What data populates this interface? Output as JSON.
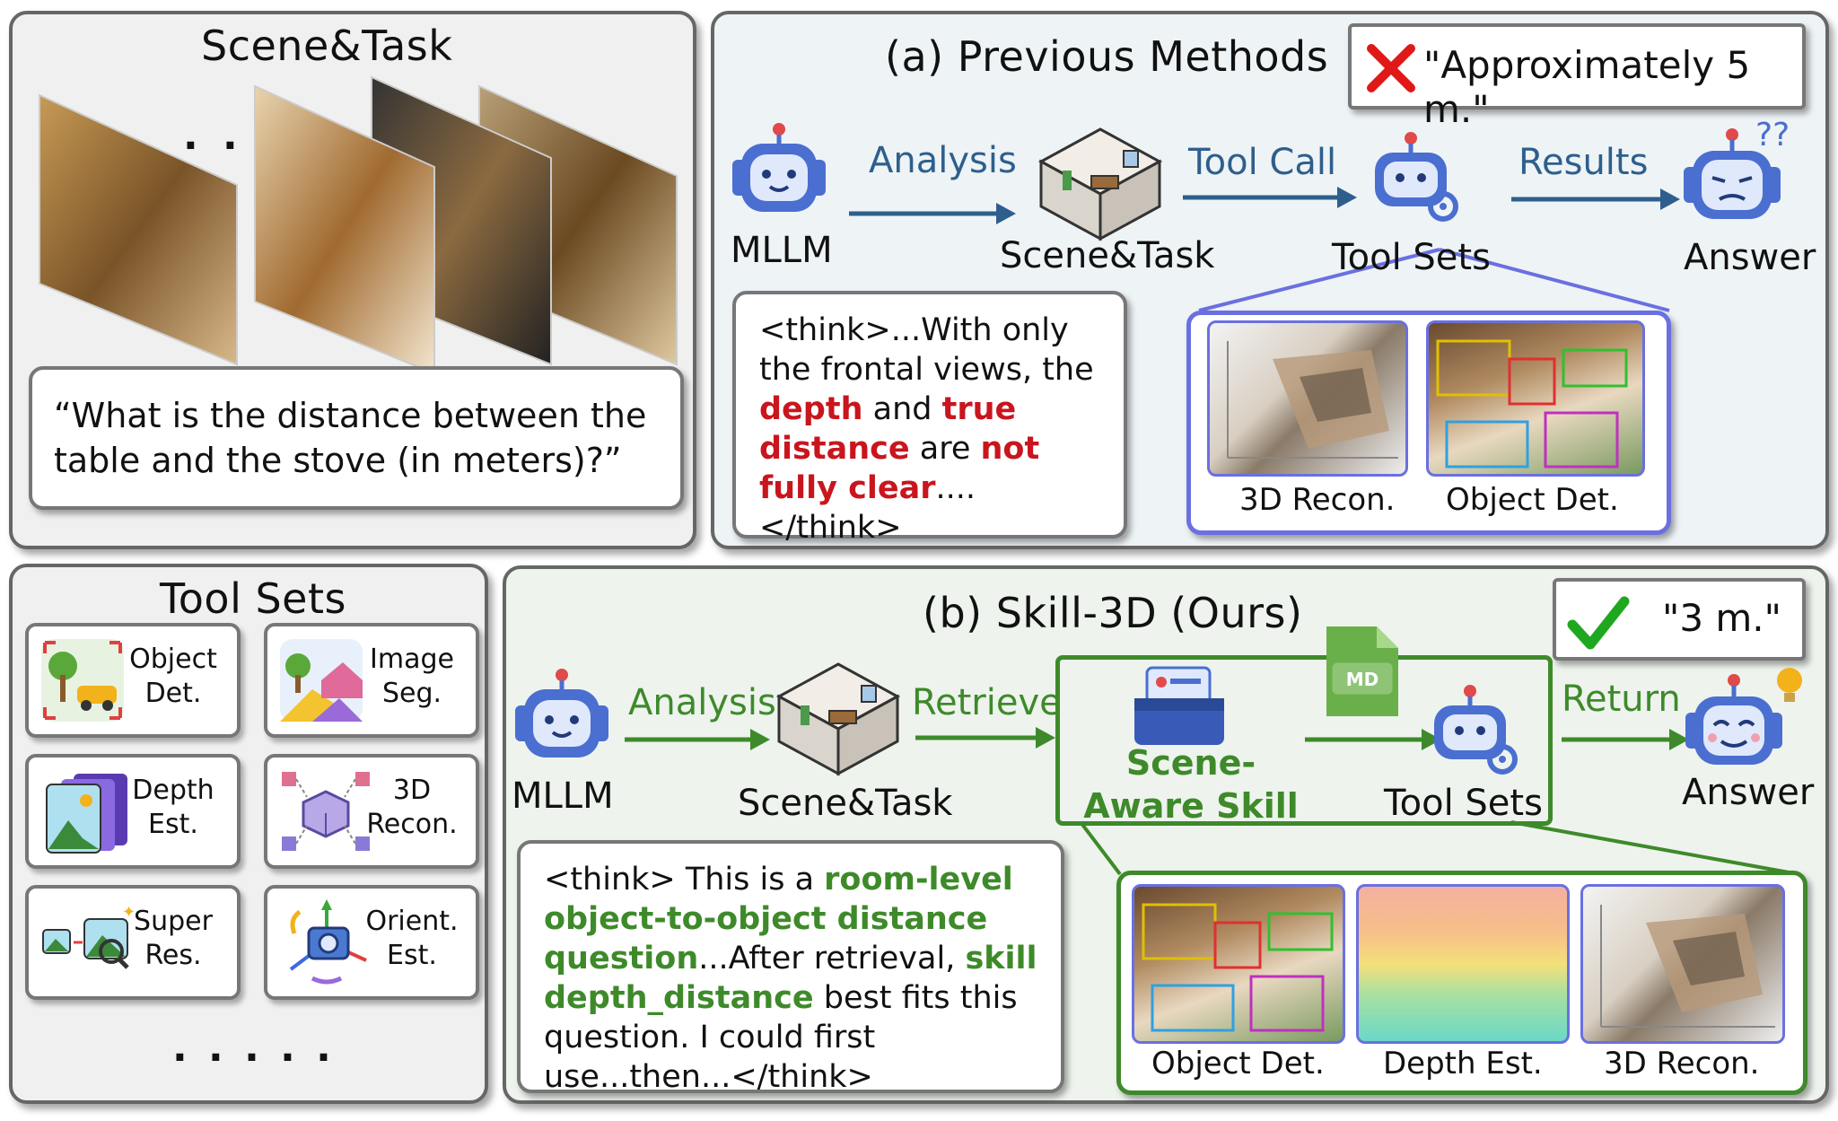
{
  "scene_panel": {
    "title": "Scene&Task",
    "ellipsis": ". . .",
    "question": "“What is the distance between the table and the stove (in meters)?”"
  },
  "previous": {
    "title": "(a) Previous Methods",
    "answer": "\"Approximately 5 m.\"",
    "answer_icon": "cross-icon",
    "nodes": {
      "mllm": "MLLM",
      "scene": "Scene&Task",
      "tools": "Tool Sets",
      "answer": "Answer"
    },
    "arrows": {
      "analysis": "Analysis",
      "tool_call": "Tool Call",
      "results": "Results"
    },
    "think": {
      "p1": "<think>...With only the frontal views, the ",
      "r1": "depth",
      "p2": " and ",
      "r2": "true distance",
      "p3": " are ",
      "r3": "not fully clear",
      "p4": "....</think>"
    },
    "thumbs": [
      "3D Recon.",
      "Object Det."
    ]
  },
  "toolsets": {
    "title": "Tool Sets",
    "items": [
      {
        "l1": "Object",
        "l2": "Det.",
        "icon": "object-detection-icon"
      },
      {
        "l1": "Image",
        "l2": "Seg.",
        "icon": "image-segmentation-icon"
      },
      {
        "l1": "Depth",
        "l2": "Est.",
        "icon": "depth-estimation-icon"
      },
      {
        "l1": "3D",
        "l2": "Recon.",
        "icon": "3d-reconstruction-icon"
      },
      {
        "l1": "Super",
        "l2": "Res.",
        "icon": "super-resolution-icon"
      },
      {
        "l1": "Orient.",
        "l2": "Est.",
        "icon": "orientation-estimation-icon"
      }
    ],
    "ellipsis": ". . . . ."
  },
  "skill3d": {
    "title": "(b) Skill-3D (Ours)",
    "answer": "\"3 m.\"",
    "answer_icon": "check-icon",
    "nodes": {
      "mllm": "MLLM",
      "scene": "Scene&Task",
      "skill": "Scene-Aware Skill",
      "tools": "Tool Sets",
      "answer": "Answer",
      "md": "MD"
    },
    "arrows": {
      "analysis": "Analysis",
      "retrieve": "Retrieve",
      "return": "Return"
    },
    "think": {
      "p1": "<think> This is a ",
      "g1": "room-level object-to-object distance question",
      "p2": "...After retrieval, ",
      "g2": "skill depth_distance",
      "p3": " best fits this question.  I could first use...then...</think>"
    },
    "thumbs": [
      "Object Det.",
      "Depth Est.",
      "3D Recon."
    ]
  },
  "colors": {
    "blue_arrow": "#2e5f8c",
    "green_arrow": "#3e8a2a",
    "red_text": "#c9151e",
    "thumb_border": "#6a70e0",
    "robot_blue": "#4a6fd0"
  }
}
